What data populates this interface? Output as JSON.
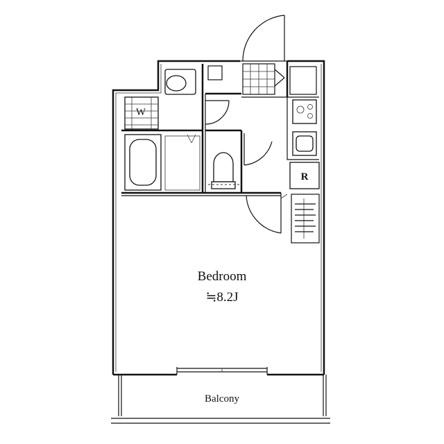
{
  "rooms": {
    "bedroom_label": "Bedroom",
    "bedroom_area": "≒8.2J",
    "balcony_label": "Balcony"
  },
  "fixtures": {
    "washer_label": "W",
    "fridge_label": "R"
  },
  "colors": {
    "line": "#111111",
    "background": "#ffffff"
  }
}
